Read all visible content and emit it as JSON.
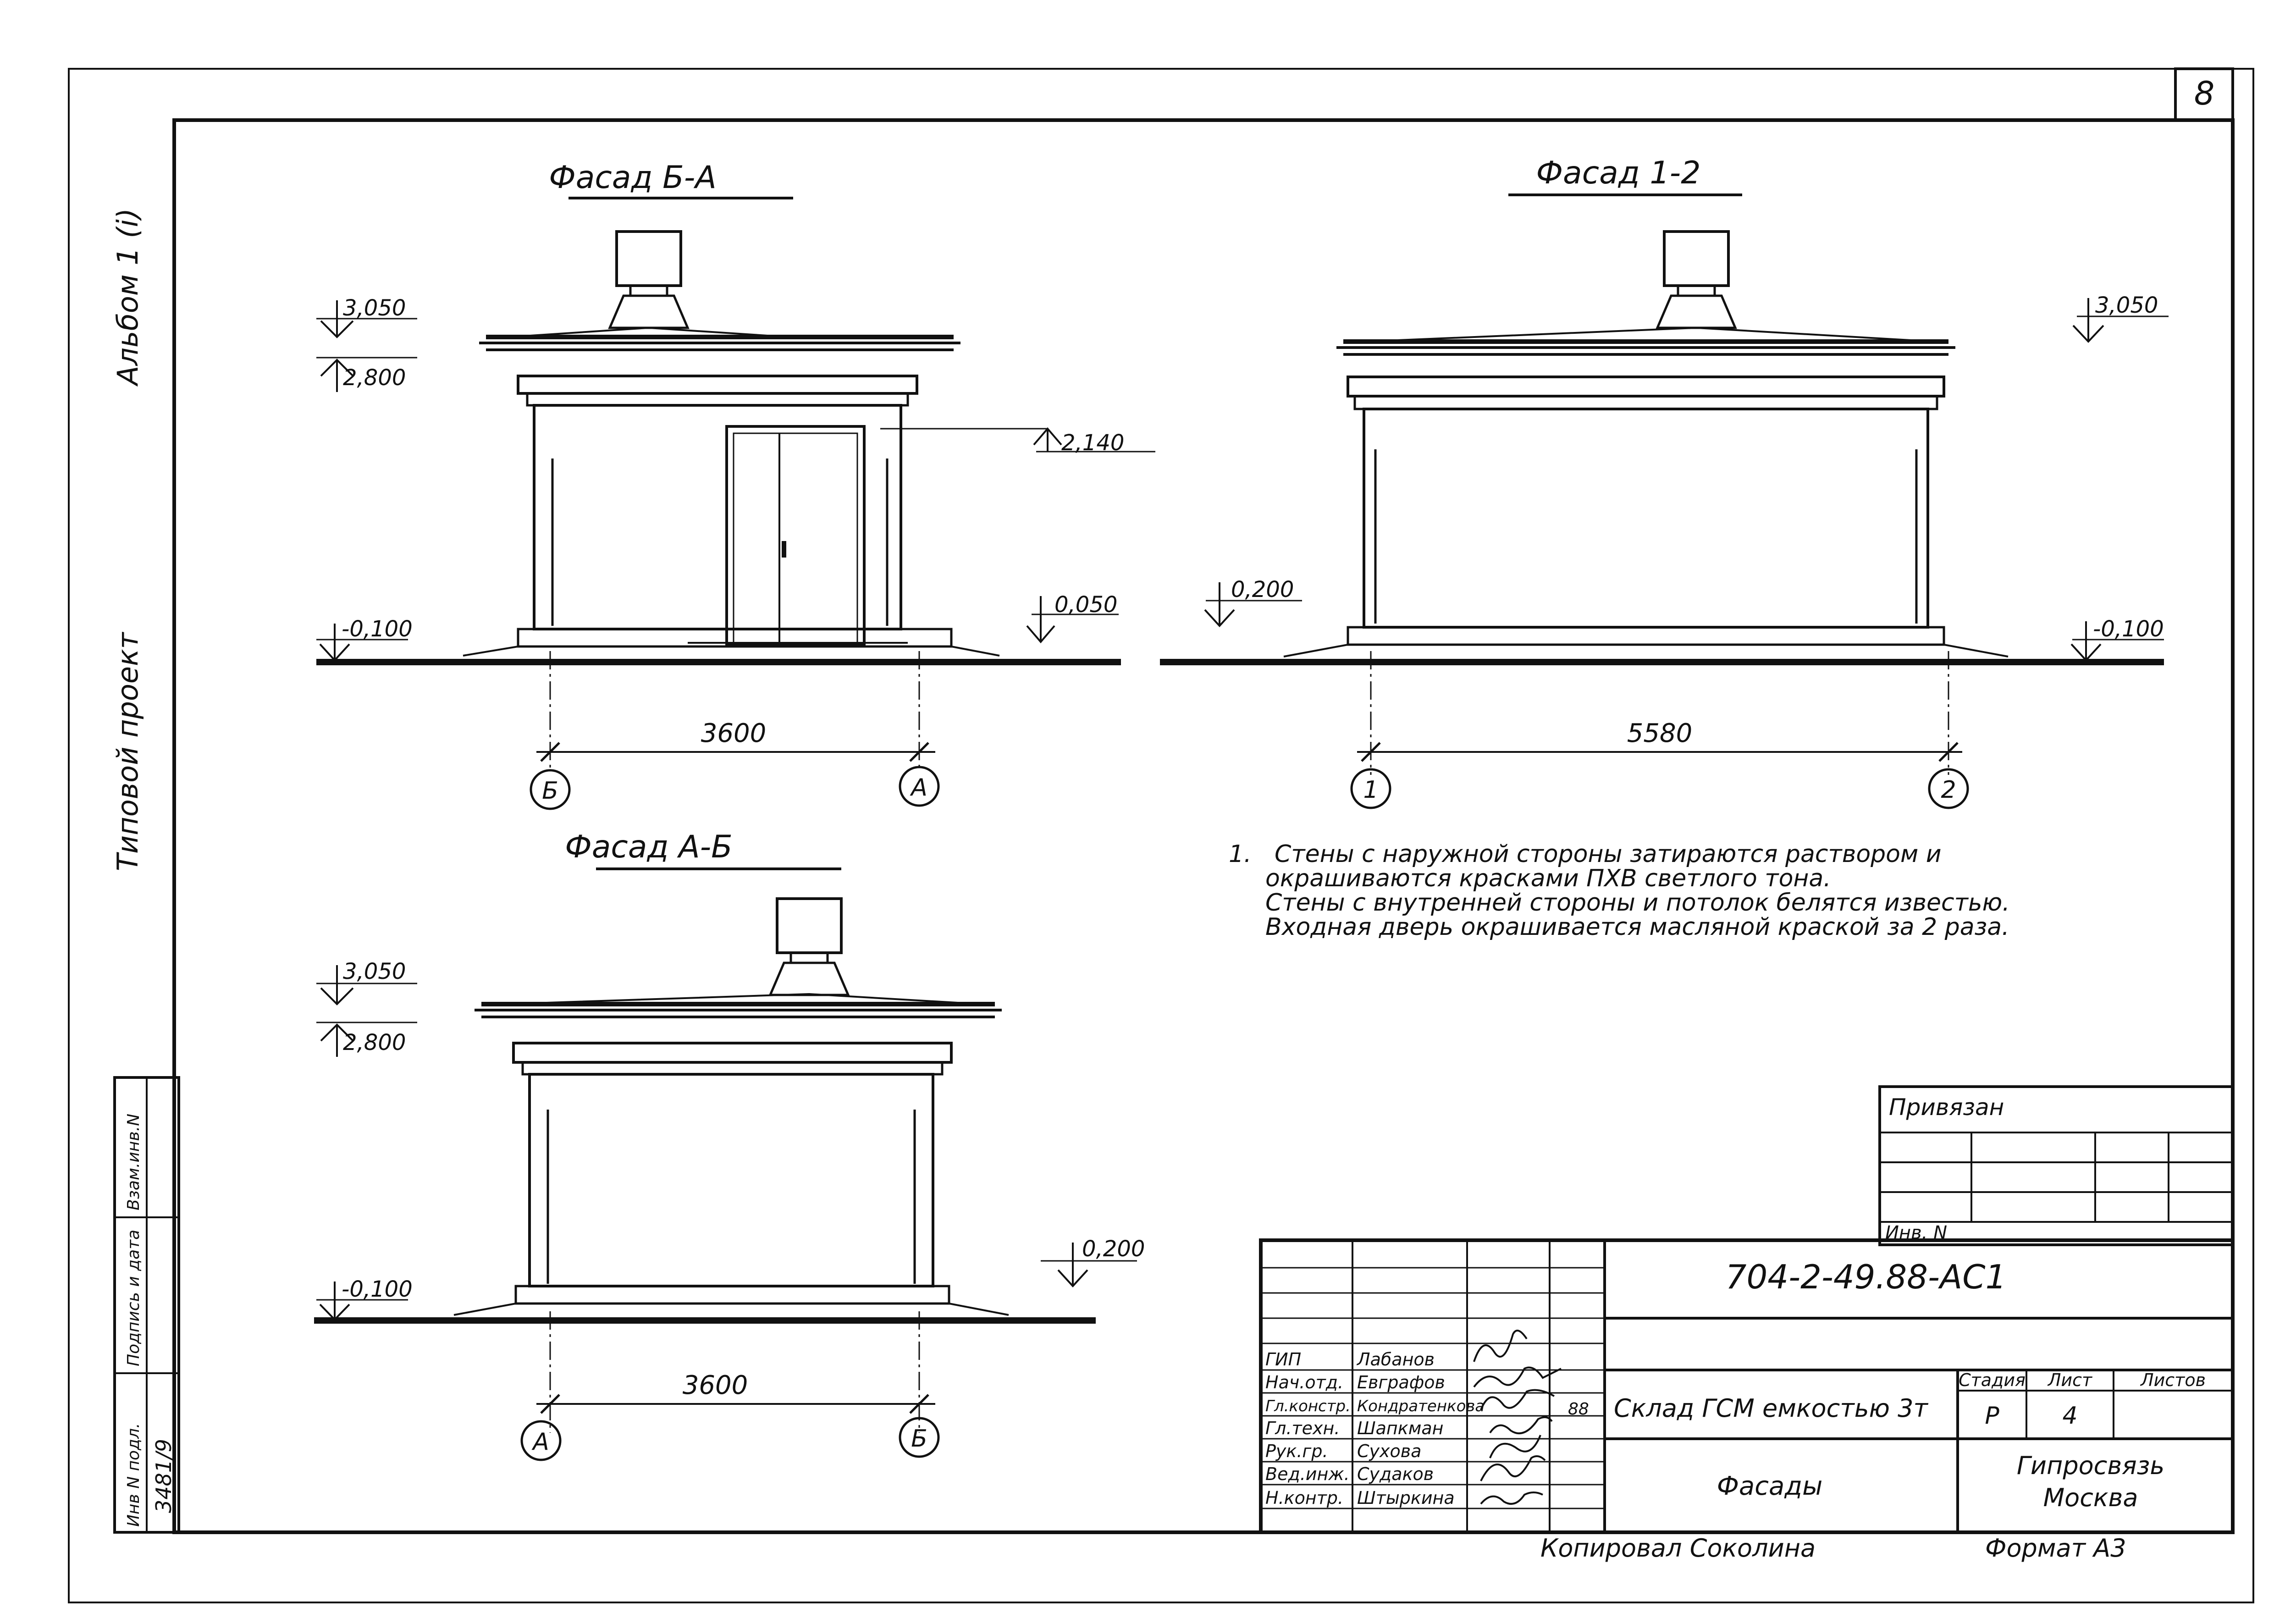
{
  "sheet_number": "8",
  "side": {
    "album": "Альбом 1 (i)",
    "project_type": "Типовой проект",
    "stamp_cols": [
      "Инв N подл.",
      "Подпись и дата",
      "Взам.инв.N"
    ],
    "inv_value": "3481/9"
  },
  "facade_ba": {
    "title": "Фасад Б-А",
    "elev_top": "3,050",
    "elev_eave": "2,800",
    "elev_door": "2,140",
    "elev_ground": "-0,100",
    "elev_step": "0,050",
    "dim": "3600",
    "axis_left": "Б",
    "axis_right": "А"
  },
  "facade_12": {
    "title": "Фасад 1-2",
    "elev_top": "3,050",
    "elev_left": "0,200",
    "elev_ground": "-0,100",
    "dim": "5580",
    "axis_left": "1",
    "axis_right": "2"
  },
  "facade_ab": {
    "title": "Фасад А-Б",
    "elev_top": "3,050",
    "elev_eave": "2,800",
    "elev_ground": "-0,100",
    "elev_right": "0,200",
    "dim": "3600",
    "axis_left": "А",
    "axis_right": "Б"
  },
  "notes": {
    "num": "1.",
    "lines": [
      "Стены с наружной стороны затираются раствором и",
      "окрашиваются красками ПХВ светлого тона.",
      "Стены с внутренней стороны и потолок белятся известью.",
      "Входная дверь окрашивается масляной краской за 2 раза."
    ]
  },
  "tie_block": {
    "title": "Привязан",
    "inv": "Инв. N"
  },
  "title_block": {
    "code": "704-2-49.88-АС1",
    "object": "Склад ГСМ емкостью 3т",
    "sheet_name": "Фасады",
    "stage_label": "Стадия",
    "sheet_label": "Лист",
    "sheets_label": "Листов",
    "stage": "Р",
    "sheet": "4",
    "org": [
      "Гипросвязь",
      "Москва"
    ],
    "year": "88",
    "roles": [
      {
        "role": "ГИП",
        "name": "Лабанов"
      },
      {
        "role": "Нач.отд.",
        "name": "Евграфов"
      },
      {
        "role": "Гл.констр.",
        "name": "Кондратенкова"
      },
      {
        "role": "Гл.техн.",
        "name": "Шапкман"
      },
      {
        "role": "Рук.гр.",
        "name": "Сухова"
      },
      {
        "role": "Вед.инж.",
        "name": "Судаков"
      },
      {
        "role": "Н.контр.",
        "name": "Штыркина"
      }
    ]
  },
  "footer": {
    "copied": "Копировал  Соколина",
    "format": "Формат А3"
  }
}
